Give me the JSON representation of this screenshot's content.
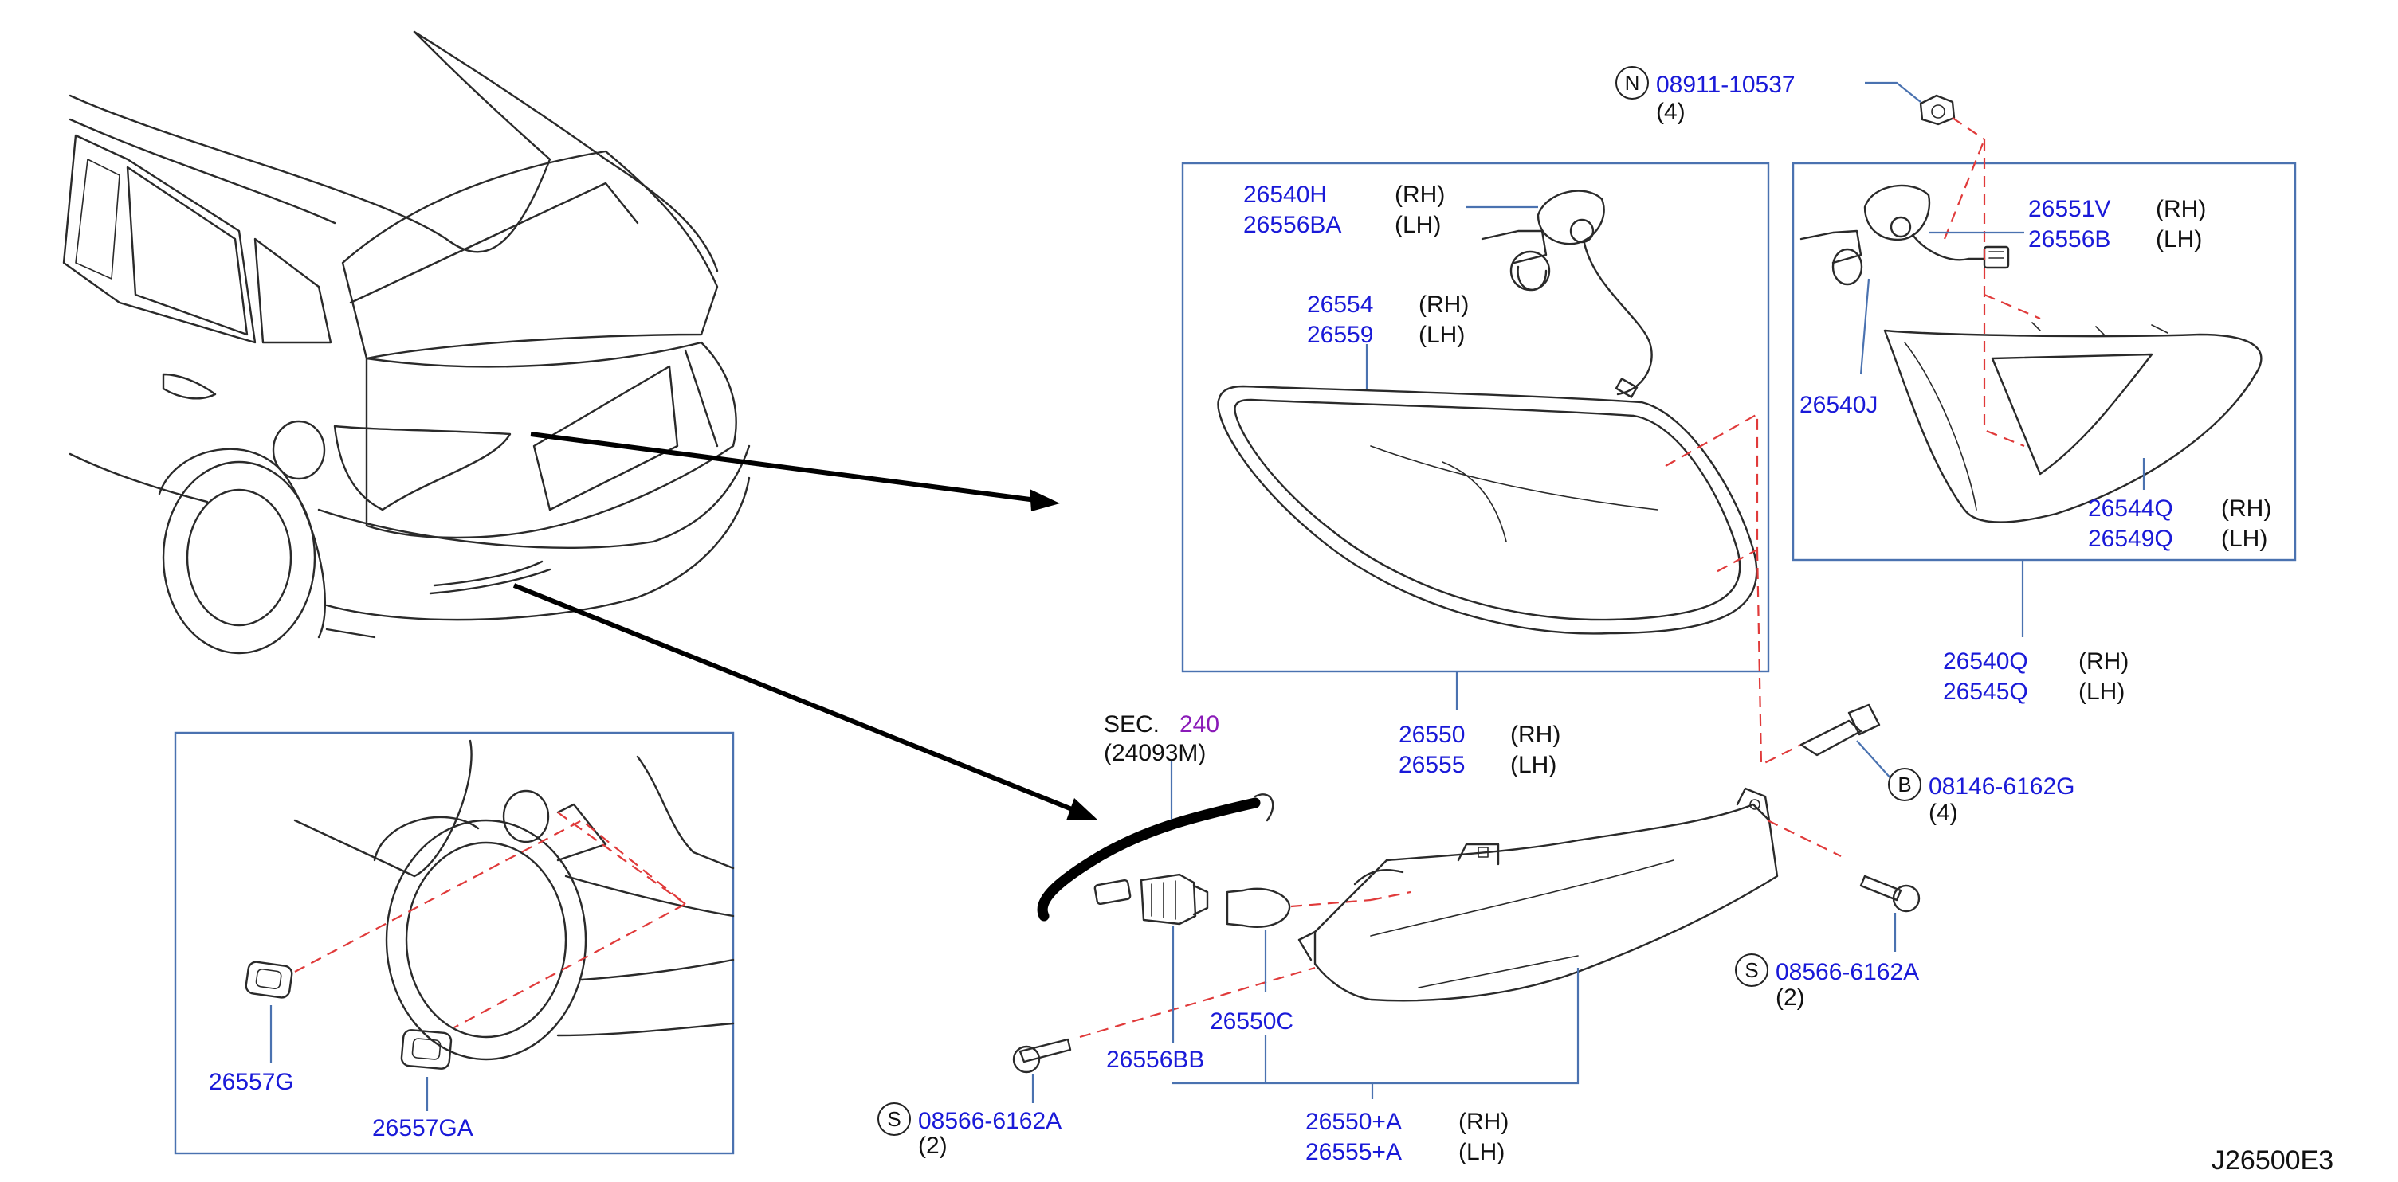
{
  "diagram_code": "J26500E3",
  "sec": {
    "prefix": "SEC.",
    "number": "240",
    "sub": "(24093M)"
  },
  "bolts": {
    "n": {
      "symbol": "N",
      "part": "08911-10537",
      "qty": "(4)"
    },
    "b": {
      "symbol": "B",
      "part": "08146-6162G",
      "qty": "(4)"
    },
    "s_right": {
      "symbol": "S",
      "part": "08566-6162A",
      "qty": "(2)"
    },
    "s_left": {
      "symbol": "S",
      "part": "08566-6162A",
      "qty": "(2)"
    }
  },
  "parts": {
    "socket_rh": "26540H",
    "socket_lh": "26556BA",
    "lens_rh": "26554",
    "lens_lh": "26559",
    "lamp_rh": "26550",
    "lamp_lh": "26555",
    "inner_socket_rh": "26551V",
    "inner_socket_lh": "26556B",
    "inner_bulb": "26540J",
    "inner_lens_rh": "26544Q",
    "inner_lens_lh": "26549Q",
    "inner_lamp_rh": "26540Q",
    "inner_lamp_lh": "26545Q",
    "clip_a": "26557G",
    "clip_b": "26557GA",
    "reflector_socket": "26556BB",
    "reflector_bulb": "26550C",
    "reflector_rh": "26550+A",
    "reflector_lh": "26555+A"
  },
  "sides": {
    "rh": "(RH)",
    "lh": "(LH)"
  }
}
